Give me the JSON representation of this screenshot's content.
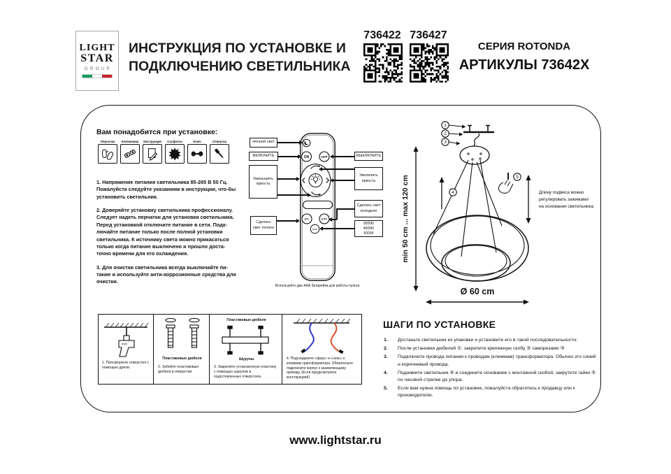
{
  "header": {
    "logo": {
      "l1": "LIGHT",
      "l2": "STAR",
      "l3": "GROUP"
    },
    "title1": "ИНСТРУКЦИЯ ПО УСТАНОВКЕ И",
    "title2": "ПОДКЛЮЧЕНИЮ СВЕТИЛЬНИКА",
    "qr1": "736422",
    "qr2": "736427",
    "series": "СЕРИЯ ROTONDA",
    "articles": "АРТИКУЛЫ 73642X"
  },
  "tools": {
    "heading": "Вам понадобится при установке:",
    "items": [
      {
        "label": "Перчатки",
        "icon": "gloves-icon"
      },
      {
        "label": "Клеммники",
        "icon": "terminal-blocks-icon"
      },
      {
        "label": "Инструкция",
        "icon": "instruction-icon"
      },
      {
        "label": "Салфетка",
        "icon": "napkin-icon"
      },
      {
        "label": "Ключ",
        "icon": "wrench-icon"
      },
      {
        "label": "Отвертка",
        "icon": "screwdriver-icon"
      }
    ]
  },
  "warnings": [
    "1. Напряжение питания светильника 85-265 В 50 Гц. Пожалуйста следуйте указаниям в инструкции, что-бы установить светильник.",
    "2. Доверяйте установку светильника профессионалу. Следует надеть перчатки для установки светильника. Перед установкой отключите питание в сети. Подк- лючайте питание только после полной установки светильника. К источнику света можно прикасаться только когда питание выключено и прошло доста- точно времени для его охлаждения.",
    "3. Для очистки светильника всегда выключайте пи- тание и используйте анти-коррозионные средства для очистки."
  ],
  "remote": {
    "night_label": "Ночной свет",
    "on_label": "ВКЛЮЧИТЬ",
    "off_label": "ВЫКЛЮЧИТЬ",
    "dim_label": "Уменьшить яркость",
    "bright_label": "Увеличить яркость",
    "warm_label": "Сделать свет теплее",
    "cool_label": "Сделать свет холоднее",
    "cct_lines": [
      "3000К/",
      "4000К/",
      "6000К"
    ],
    "buttons": {
      "on": "ON",
      "off": "OFF",
      "ct_minus": "CT-",
      "ct_plus": "CT+",
      "cct": "3000K"
    },
    "caption": "Используйте две ААА батарейки для работы пульта"
  },
  "lamp": {
    "callout_1": "1",
    "callout_2": "2",
    "callout_3": "3",
    "callout_4": "4",
    "callout_5": "5",
    "dim_vertical": "min 50 cm ... max 120 cm",
    "diameter": "Ø 60 cm",
    "note_lines": [
      "Длину подвеса можно",
      "регулировать зажимами",
      "на основании светильника."
    ]
  },
  "boxes": [
    {
      "caption": "1. Просверлите отверстия с помощью дрели."
    },
    {
      "label": "Пластиковые дюбеля",
      "caption": "2. Забейте пластиковые дюбеля в отверстия."
    },
    {
      "label_top": "Пластиковые дюбеля",
      "label_bottom": "Шурупы",
      "caption": "3. Закрепите установочную пластину с помощью шурупов в подготовленных отверстиях."
    },
    {
      "caption": "4. Подсоедините «фазу» и «ноль» к клеммам трансформатора. Обязательно подключите корпус к заземляющему проводу. (Если предусмотрено конструкцией)"
    }
  ],
  "install": {
    "heading": "ШАГИ ПО УСТАНОВКЕ",
    "steps": [
      {
        "n": "1.",
        "t": "Достаньте светильник из упаковки и установите его в такой последовательности:"
      },
      {
        "n": "2.",
        "t": "После установки дюбелей ①, закрепите крепежную скобу ② саморезами ③"
      },
      {
        "n": "3.",
        "t": "Подключите провода питания к проводам (клеммам) трансформатора. Обычно это синий и коричневый провода."
      },
      {
        "n": "4.",
        "t": "Поднимите светильник ④ и соедините основание с монтажной скобой, закрутите гайки ⑤ по часовой стрелке до упора."
      },
      {
        "n": "5.",
        "t": "Если вам нужна помощь по установке, пожалуйста обратитесь к продавцу или к производителю."
      }
    ]
  },
  "footer": {
    "url": "www.lightstar.ru"
  },
  "colors": {
    "ink": "#111111",
    "wire_blue": "#2b35c8",
    "wire_red": "#d4502a",
    "flag_green": "#169b62",
    "flag_red": "#cd212a"
  }
}
